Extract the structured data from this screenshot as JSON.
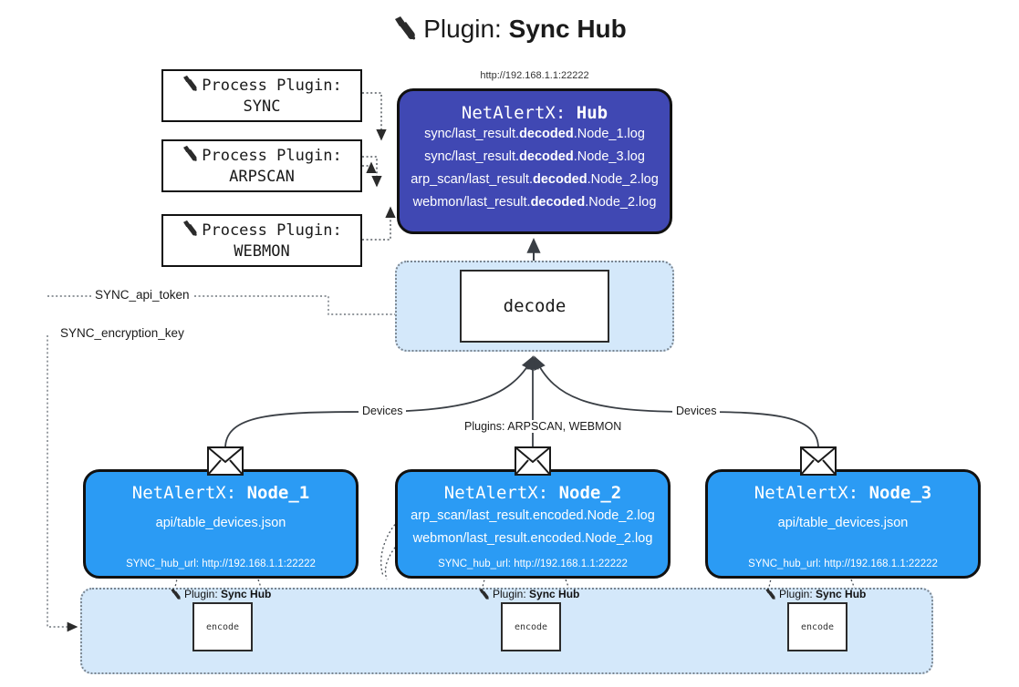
{
  "title": {
    "icon": "plug-icon",
    "prefix": "Plugin: ",
    "name": "Sync Hub"
  },
  "process_plugins": [
    {
      "icon": "plug-icon",
      "label": "Process Plugin:",
      "name": "SYNC"
    },
    {
      "icon": "plug-icon",
      "label": "Process Plugin:",
      "name": "ARPSCAN"
    },
    {
      "icon": "plug-icon",
      "label": "Process Plugin:",
      "name": "WEBMON"
    }
  ],
  "hub": {
    "url": "http://192.168.1.1:22222",
    "title_prefix": "NetAlertX: ",
    "title_name": "Hub",
    "lines": [
      {
        "pre": "sync/last_result.",
        "bold": "decoded",
        "post": ".Node_1.log"
      },
      {
        "pre": "sync/last_result.",
        "bold": "decoded",
        "post": ".Node_3.log"
      },
      {
        "pre": "arp_scan/last_result.",
        "bold": "decoded",
        "post": ".Node_2.log"
      },
      {
        "pre": "webmon/last_result.",
        "bold": "decoded",
        "post": ".Node_2.log"
      }
    ]
  },
  "decode": {
    "label": "decode"
  },
  "sync_params": {
    "api_token": "SYNC_api_token",
    "encryption_key": "SYNC_encryption_key"
  },
  "edge_labels": {
    "devices_left": "Devices",
    "devices_right": "Devices",
    "plugins_center": "Plugins: ARPSCAN, WEBMON"
  },
  "nodes": [
    {
      "icon": "envelope-icon",
      "title_prefix": "NetAlertX: ",
      "title_name": "Node_1",
      "lines": [
        "api/table_devices.json"
      ],
      "hub_url": "SYNC_hub_url: http://192.168.1.1:22222"
    },
    {
      "icon": "envelope-icon",
      "title_prefix": "NetAlertX: ",
      "title_name": "Node_2",
      "lines": [
        "arp_scan/last_result.encoded.Node_2.log",
        "webmon/last_result.encoded.Node_2.log"
      ],
      "hub_url": "SYNC_hub_url: http://192.168.1.1:22222"
    },
    {
      "icon": "envelope-icon",
      "title_prefix": "NetAlertX: ",
      "title_name": "Node_3",
      "lines": [
        "api/table_devices.json"
      ],
      "hub_url": "SYNC_hub_url: http://192.168.1.1:22222"
    }
  ],
  "encoders": [
    {
      "icon": "plug-icon",
      "caption_prefix": "Plugin: ",
      "caption_name": "Sync Hub",
      "label": "encode"
    },
    {
      "icon": "plug-icon",
      "caption_prefix": "Plugin: ",
      "caption_name": "Sync Hub",
      "label": "encode"
    },
    {
      "icon": "plug-icon",
      "caption_prefix": "Plugin: ",
      "caption_name": "Sync Hub",
      "label": "encode"
    }
  ],
  "colors": {
    "hub_fill": "#4048b3",
    "node_fill": "#2b9bf4",
    "cluster_fill": "#d4e8fa",
    "stroke": "#111111",
    "dotted": "#7a8590"
  }
}
